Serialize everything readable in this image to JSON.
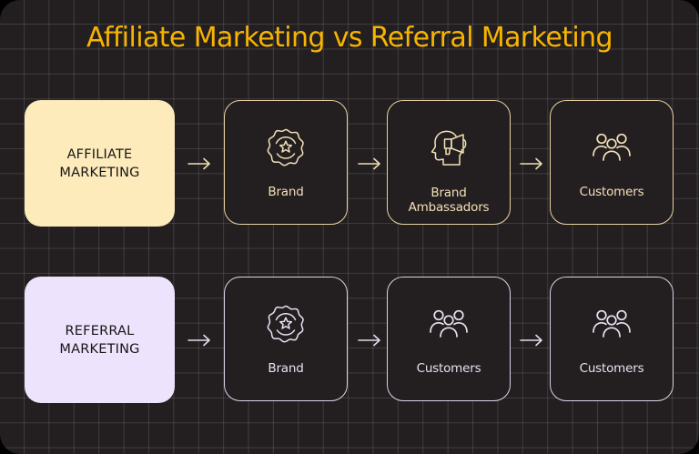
{
  "title": "Affiliate Marketing vs Referral Marketing",
  "colors": {
    "background": "#231F20",
    "grid_line": "#3A3637",
    "title": "#F7B400",
    "affiliate_label_bg": "#FDEBBC",
    "affiliate_accent": "#E8D3A3",
    "referral_label_bg": "#EEE3FC",
    "referral_accent": "#DCD2E6",
    "label_text": "#161616"
  },
  "rows": [
    {
      "id": "affiliate",
      "label_lines": [
        "AFFILIATE",
        "MARKETING"
      ],
      "nodes": [
        {
          "icon": "badge-star-icon",
          "label_lines": [
            "Brand"
          ]
        },
        {
          "icon": "head-megaphone-icon",
          "label_lines": [
            "Brand",
            "Ambassadors"
          ]
        },
        {
          "icon": "group-people-icon",
          "label_lines": [
            "Customers"
          ]
        }
      ],
      "arrows": [
        "arrow-right-icon",
        "arrow-right-icon",
        "arrow-right-icon"
      ]
    },
    {
      "id": "referral",
      "label_lines": [
        "REFERRAL",
        "MARKETING"
      ],
      "nodes": [
        {
          "icon": "badge-star-icon",
          "label_lines": [
            "Brand"
          ]
        },
        {
          "icon": "group-people-icon",
          "label_lines": [
            "Customers"
          ]
        },
        {
          "icon": "group-people-icon",
          "label_lines": [
            "Customers"
          ]
        }
      ],
      "arrows": [
        "arrow-right-icon",
        "arrow-right-icon",
        "arrow-right-icon"
      ]
    }
  ]
}
